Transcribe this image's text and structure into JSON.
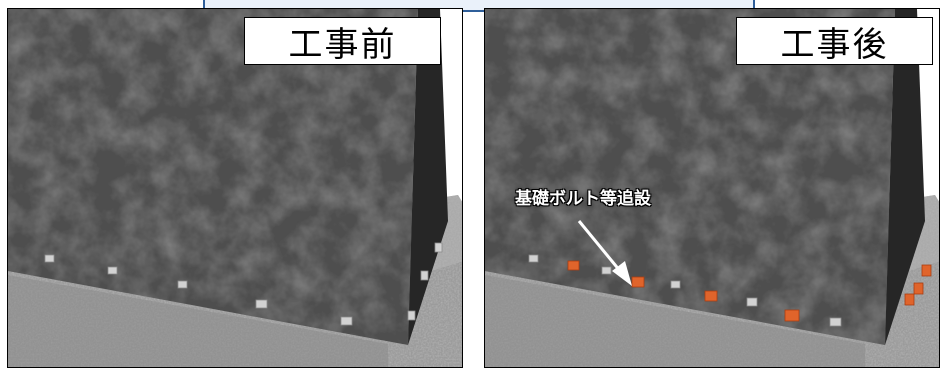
{
  "panels": {
    "before": {
      "label": "工事前"
    },
    "after": {
      "label": "工事後",
      "annotation": "基礎ボルト等追設"
    }
  }
}
